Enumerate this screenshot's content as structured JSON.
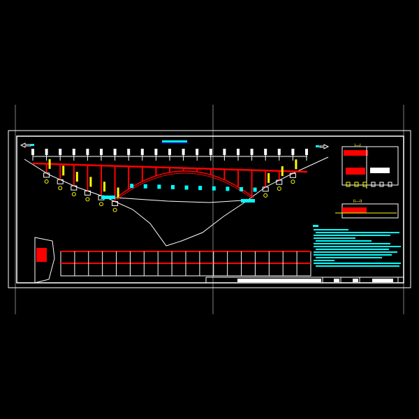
{
  "drawing": {
    "section_labels": [
      "I—I",
      "II—II"
    ],
    "colors": {
      "background": "#000000",
      "frame": "#ffffff",
      "structure": "#ff0000",
      "annotation": "#00ffff",
      "highlight": "#ffff00",
      "guide": "#808080",
      "marker": "#0000ff"
    },
    "pier_count": 20,
    "plan_bay_count": 18,
    "note_line_count": 14
  }
}
